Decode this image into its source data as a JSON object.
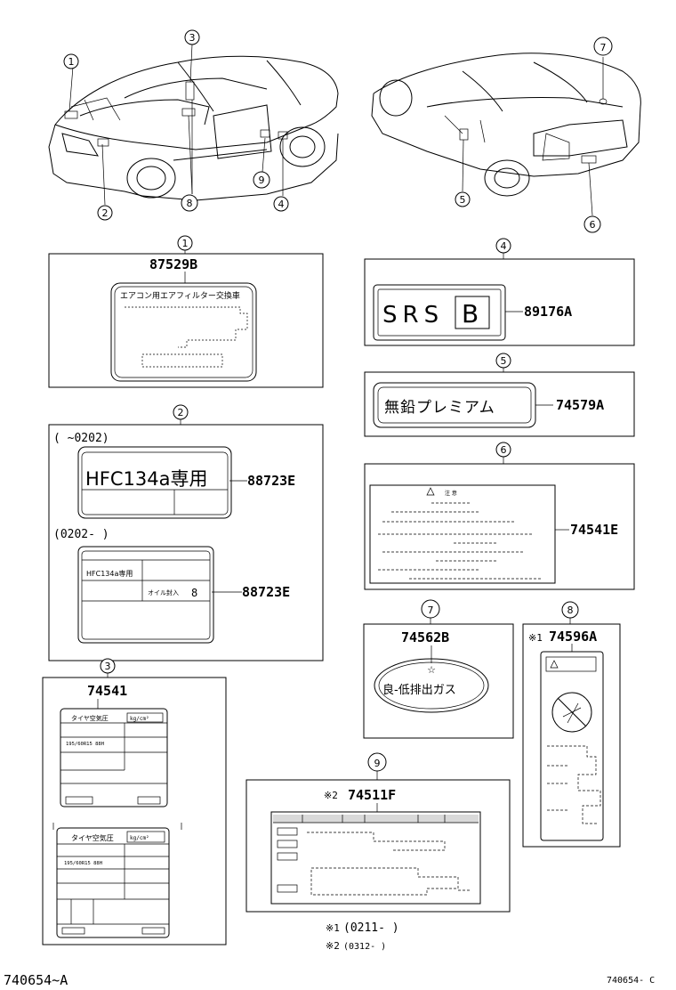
{
  "callouts": [
    "1",
    "2",
    "3",
    "4",
    "5",
    "6",
    "7",
    "8",
    "9"
  ],
  "labels": {
    "l1": {
      "part": "87529B",
      "text": "エアコン用エアフィルター交換車"
    },
    "l2": {
      "range_a": "(      ~0202)",
      "part_a": "88723E",
      "text_a": "HFC134a専用",
      "range_b": "(0202-      )",
      "part_b": "88723E",
      "text_b": "HFC134a専用",
      "oil": "オイル封入",
      "oil_num": "8"
    },
    "l3": {
      "part": "74541",
      "title_a": "タイヤ空気圧",
      "unit_a": "kg/cm²",
      "size_a": "195/60R15 88H",
      "title_b": "タイヤ空気圧",
      "unit_b": "kg/cm²",
      "size_b": "195/60R15 88H"
    },
    "l4": {
      "part": "89176A",
      "text": "SRS",
      "box": "B"
    },
    "l5": {
      "part": "74579A",
      "text": "無鉛プレミアム"
    },
    "l6": {
      "part": "74541E",
      "warn": "注 意"
    },
    "l7": {
      "part": "74562B",
      "text": "良-低排出ガス"
    },
    "l8": {
      "part": "74596A",
      "mark": "※1"
    },
    "l9": {
      "part": "74511F",
      "mark": "※2"
    }
  },
  "notes": {
    "n1_mark": "※1",
    "n1": "(0211-      )",
    "n2_mark": "※2",
    "n2": "(0312-      )"
  },
  "footer": {
    "left": "740654~A",
    "right": "740654- C"
  }
}
